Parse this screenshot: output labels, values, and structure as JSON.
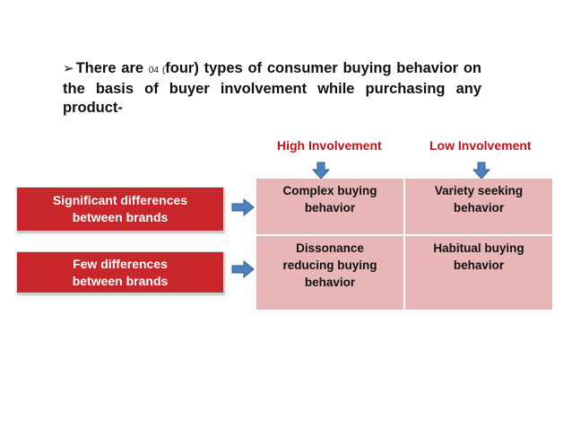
{
  "intro": {
    "bullet": "➢",
    "lead": "There are ",
    "count_small": "04 (",
    "count_word": "four)",
    "rest": " types of consumer buying behavior on the basis of buyer involvement while purchasing any product-"
  },
  "columns": [
    {
      "label": "High Involvement"
    },
    {
      "label": "Low Involvement"
    }
  ],
  "rows": [
    {
      "label_lines": [
        "Significant  differences",
        "between  brands"
      ]
    },
    {
      "label_lines": [
        "Few differences",
        "between brands"
      ]
    }
  ],
  "cells": [
    {
      "lines": [
        "Complex buying",
        "behavior"
      ]
    },
    {
      "lines": [
        "Variety seeking",
        "behavior"
      ]
    },
    {
      "lines": [
        "Dissonance",
        "reducing buying",
        "behavior"
      ]
    },
    {
      "lines": [
        "Habitual buying",
        "behavior"
      ]
    }
  ],
  "colors": {
    "heading_red": "#c0141b",
    "label_red": "#c8262b",
    "cell_pink": "#e8b6b6",
    "arrow_blue": "#4f81bd"
  }
}
